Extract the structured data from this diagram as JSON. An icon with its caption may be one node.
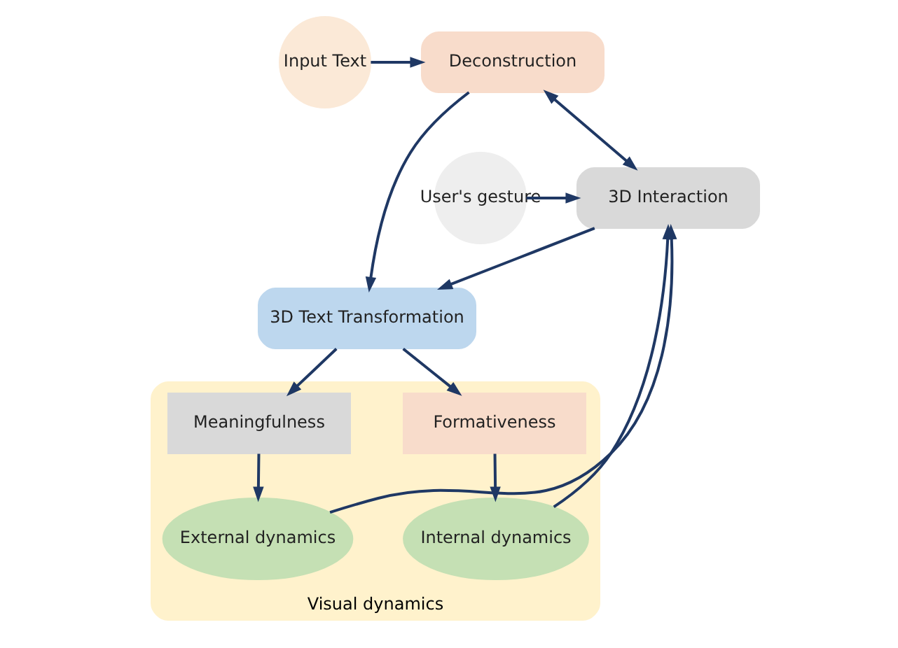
{
  "diagram": {
    "nodes": [
      {
        "text": [
          "Input Text"
        ]
      },
      {
        "text": [
          "Deconstruction"
        ]
      },
      {
        "text": [
          "User's gesture"
        ]
      },
      {
        "text": [
          "3D Interaction"
        ]
      },
      {
        "text": [
          "3D Text Transformation"
        ]
      },
      {
        "text": [
          "Visual dynamics"
        ]
      },
      {
        "text": [
          "Formativeness"
        ],
        "in": 5
      },
      {
        "text": [
          "Meaningfulness"
        ],
        "in": 5
      },
      {
        "text": [
          "Internal dynamics"
        ],
        "in": 5
      },
      {
        "text": [
          "External dynamics"
        ],
        "in": 5
      }
    ],
    "edges": [
      {
        "from": 0,
        "to": 1,
        "arrow": "to"
      },
      {
        "from": 1,
        "to": 3,
        "arrow": "both"
      },
      {
        "from": 1,
        "to": 4,
        "arrow": "to"
      },
      {
        "from": 3,
        "to": 4,
        "arrow": "to"
      },
      {
        "from": 2,
        "to": 3,
        "arrow": "to"
      },
      {
        "from": 4,
        "to": 6,
        "arrow": "to"
      },
      {
        "from": 4,
        "to": 7,
        "arrow": "to"
      },
      {
        "from": 6,
        "to": 8,
        "arrow": "to"
      },
      {
        "from": 7,
        "to": 9,
        "arrow": "to"
      },
      {
        "from": 8,
        "to": 3,
        "arrow": "to"
      },
      {
        "from": 9,
        "to": 3,
        "arrow": "to"
      }
    ]
  }
}
